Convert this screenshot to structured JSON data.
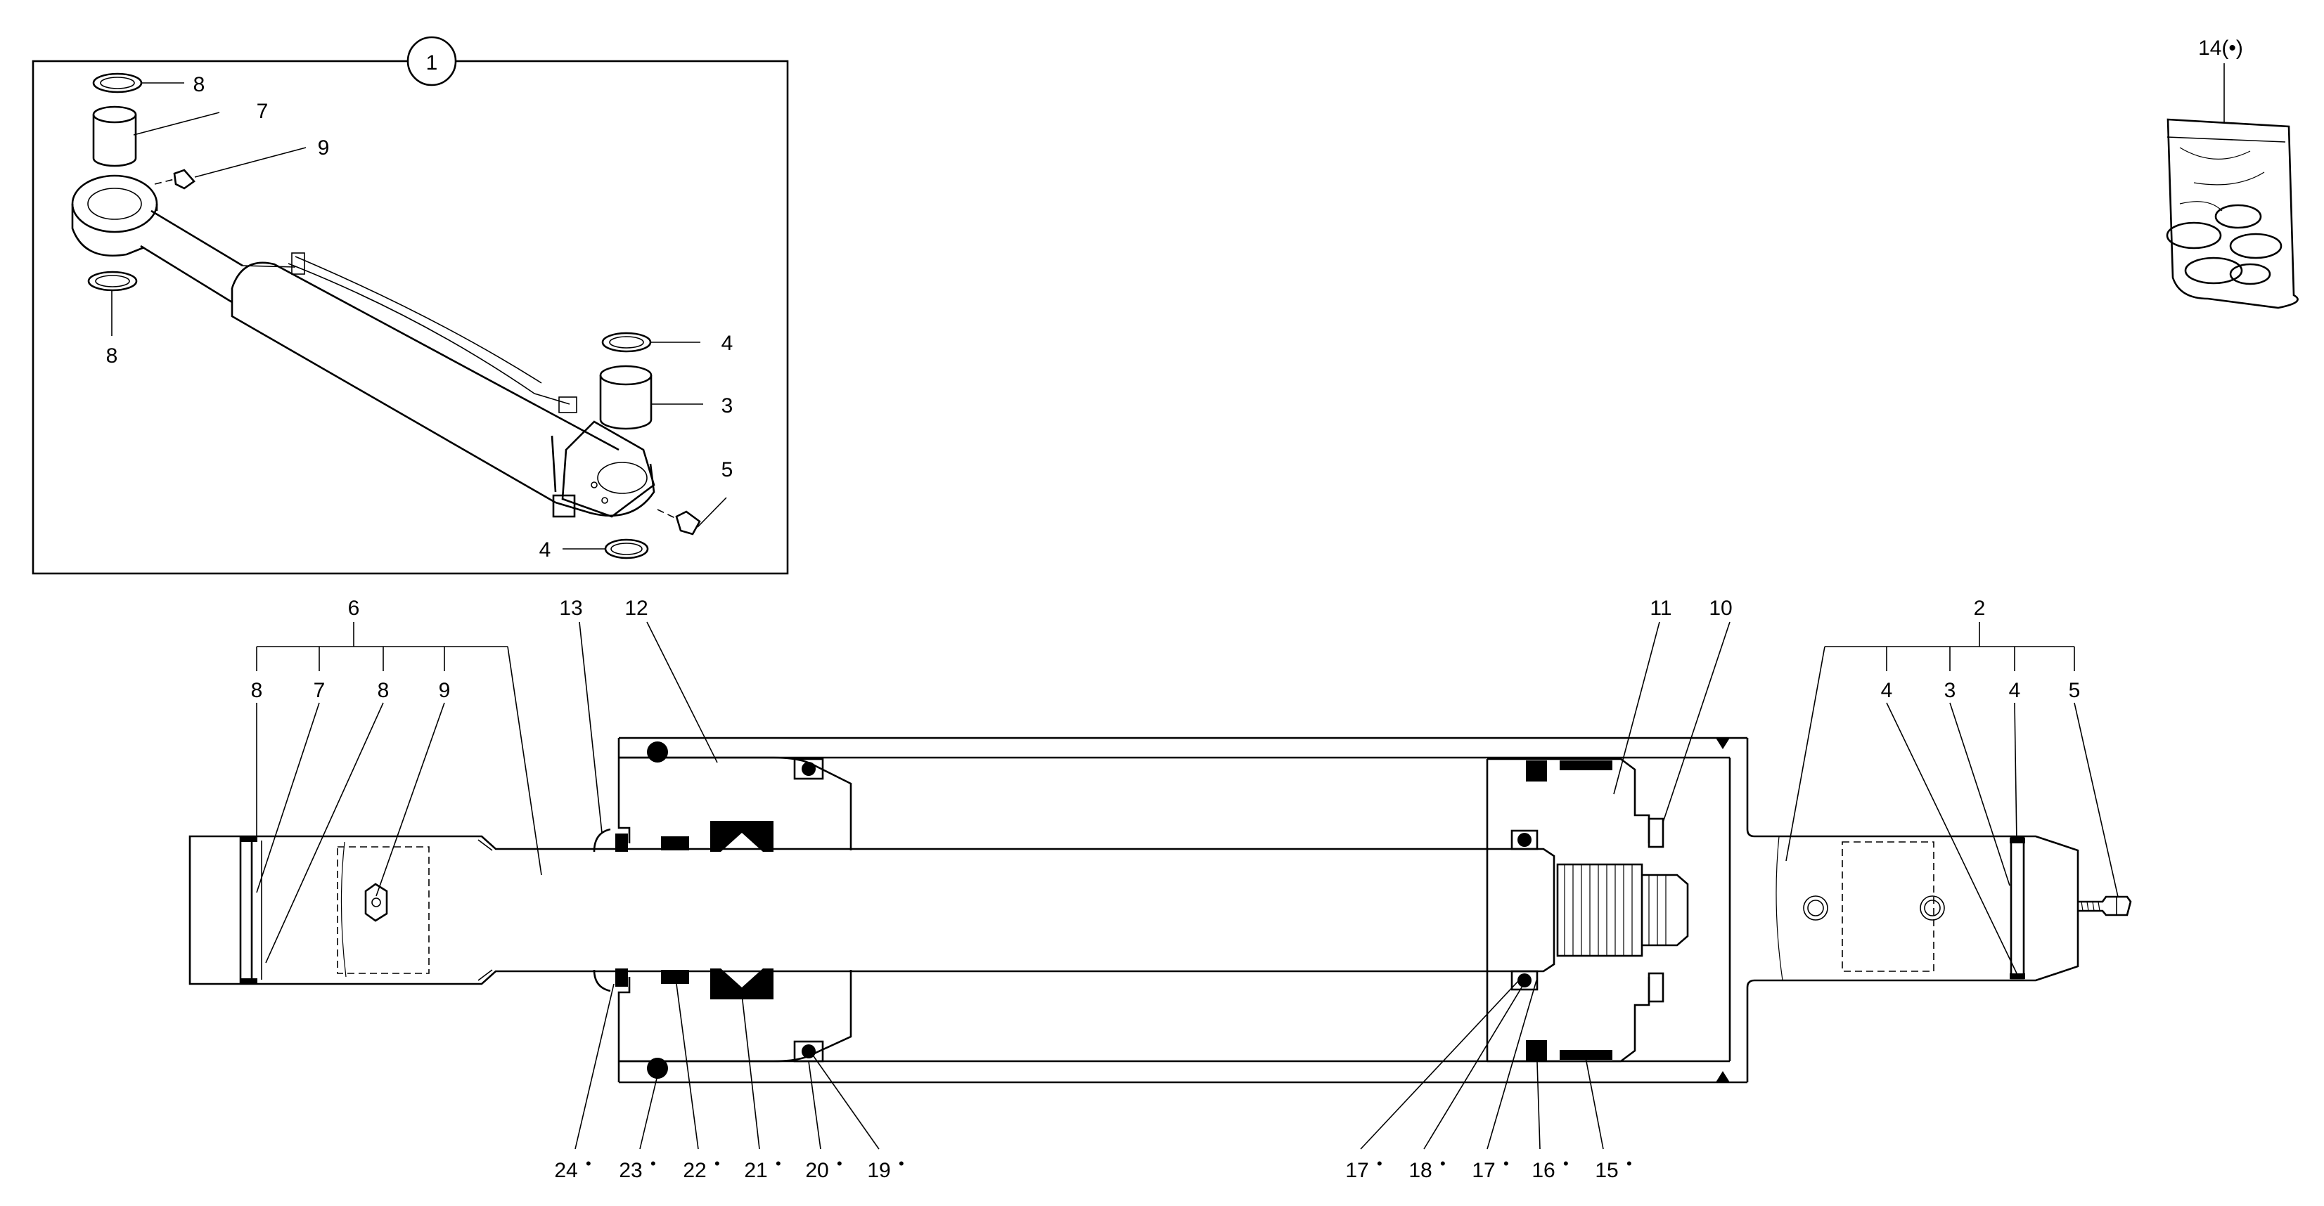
{
  "exploded_view": {
    "callout": "1",
    "labels": {
      "top_ring": "8",
      "top_bushing": "7",
      "grease_top": "9",
      "bottom_ring": "8",
      "right_ring_top": "4",
      "right_bushing": "3",
      "grease_right": "5",
      "right_ring_bottom": "4"
    }
  },
  "seal_kit": {
    "label": "14(•)"
  },
  "section": {
    "group_labels": {
      "left_group": "6",
      "right_group": "2"
    },
    "top_labels": {
      "l8a": "8",
      "l7": "7",
      "l8b": "8",
      "l9": "9",
      "l13": "13",
      "l12": "12",
      "l11": "11",
      "l10": "10",
      "r4a": "4",
      "r3": "3",
      "r4b": "4",
      "r5": "5"
    },
    "bottom_labels": {
      "b24": "24",
      "b23": "23",
      "b22": "22",
      "b21": "21",
      "b20": "20",
      "b19": "19",
      "b17a": "17",
      "b18": "18",
      "b17b": "17",
      "b16": "16",
      "b15": "15"
    },
    "bullet": "•"
  }
}
